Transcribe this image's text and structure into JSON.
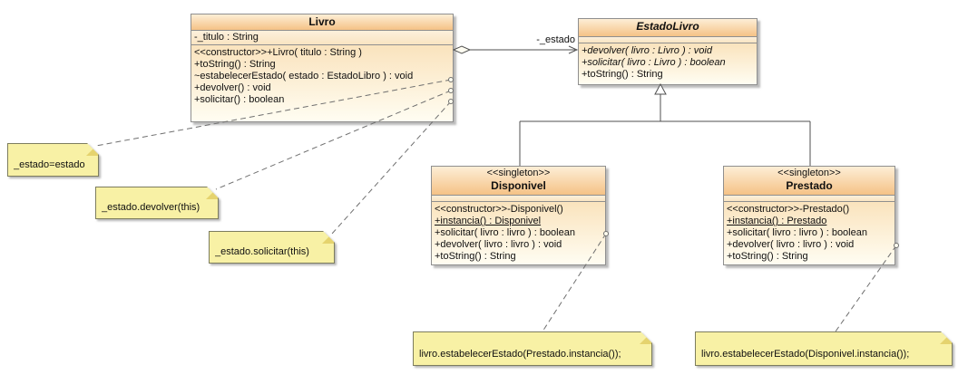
{
  "diagram": {
    "type": "uml-class-diagram",
    "colors": {
      "class_header_top": "#fdeed6",
      "class_header_bottom": "#f5c286",
      "class_body_bottom": "#fffdf2",
      "note_fill": "#f8f1a5",
      "note_fold": "#e5d36e",
      "border": "#8f8f8f",
      "connector": "#4f4f4f"
    },
    "classes": {
      "livro": {
        "name": "Livro",
        "attributes": [
          "-_titulo : String"
        ],
        "methods": [
          "<<constructor>>+Livro( titulo : String )",
          "+toString() : String",
          "~estabelecerEstado( estado : EstadoLibro ) : void",
          "+devolver() : void",
          "+solicitar() : boolean"
        ]
      },
      "estado_livro": {
        "name": "EstadoLivro",
        "methods": [
          "+devolver( livro : Livro ) : void",
          "+solicitar( livro : Livro ) : boolean",
          "+toString() : String"
        ]
      },
      "disponivel": {
        "stereotype": "<<singleton>>",
        "name": "Disponivel",
        "methods": [
          "<<constructor>>-Disponivel()",
          "+instancia() : Disponivel",
          "+solicitar( livro : livro ) : boolean",
          "+devolver( livro : livro ) : void",
          "+toString() : String"
        ]
      },
      "prestado": {
        "stereotype": "<<singleton>>",
        "name": "Prestado",
        "methods": [
          "<<constructor>>-Prestado()",
          "+instancia() : Prestado",
          "+solicitar( livro : livro ) : boolean",
          "+devolver( livro : livro ) : void",
          "+toString() : String"
        ]
      }
    },
    "notes": {
      "estado_assign": "_estado=estado",
      "estado_devolver": "_estado.devolver(this)",
      "estado_solicitar": "_estado.solicitar(this)",
      "set_prestado": "livro.estabelecerEstado(Prestado.instancia());",
      "set_disponivel": "livro.estabelecerEstado(Disponivel.instancia());"
    },
    "relations": {
      "estado_association_label": "-_estado"
    }
  }
}
